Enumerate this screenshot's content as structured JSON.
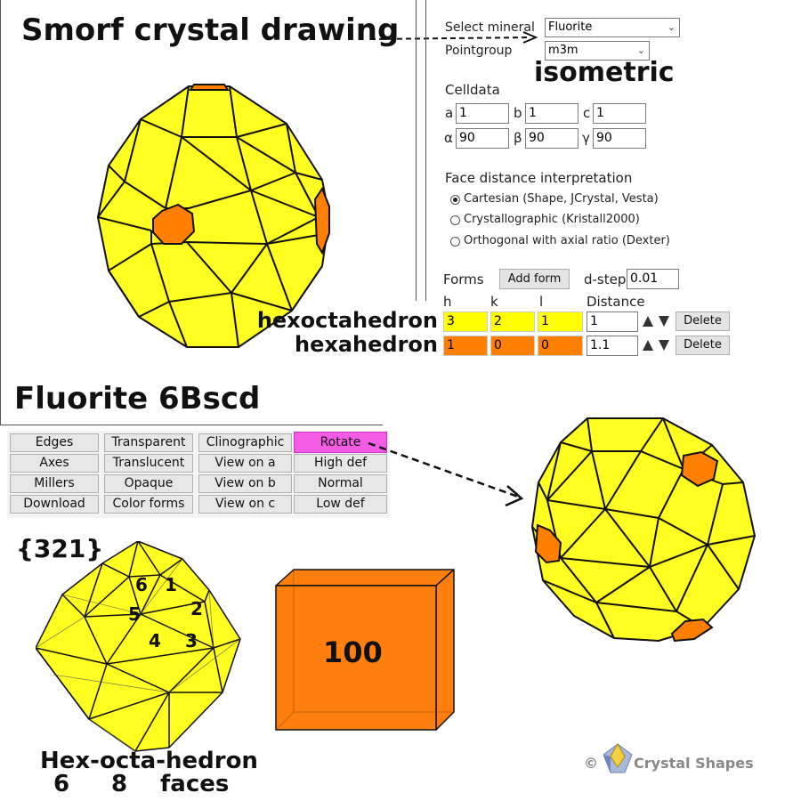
{
  "titles": {
    "main": "Smorf crystal drawing",
    "isometric": "isometric",
    "fluorite": "Fluorite 6Bscd",
    "miller_321": "{321}",
    "cube_label": "100",
    "hexocta_caption": "Hex-octa-hedron",
    "faces_counts": [
      "6",
      "8"
    ],
    "faces_word": "faces",
    "copyright": "© Crystal Shapes"
  },
  "form_annotations": [
    "hexoctahedron",
    "hexahedron"
  ],
  "panel": {
    "select_mineral_label": "Select mineral",
    "mineral_value": "Fluorite",
    "pointgroup_label": "Pointgroup",
    "pointgroup_value": "m3m",
    "celldata_label": "Celldata",
    "cell": [
      {
        "label": "a",
        "value": "1"
      },
      {
        "label": "b",
        "value": "1"
      },
      {
        "label": "c",
        "value": "1"
      },
      {
        "label": "α",
        "value": "90"
      },
      {
        "label": "β",
        "value": "90"
      },
      {
        "label": "γ",
        "value": "90"
      }
    ],
    "face_distance_label": "Face distance interpretation",
    "radio_options": [
      {
        "label": "Cartesian (Shape, JCrystal, Vesta)",
        "selected": true
      },
      {
        "label": "Crystallographic (Kristall2000)",
        "selected": false
      },
      {
        "label": "Orthogonal with axial ratio (Dexter)",
        "selected": false
      }
    ],
    "forms_label": "Forms",
    "add_form_label": "Add form",
    "dstep_label": "d-step",
    "dstep_value": "0.01",
    "columns": [
      "h",
      "k",
      "l",
      "Distance"
    ],
    "rows": [
      {
        "h": "3",
        "k": "2",
        "l": "1",
        "distance": "1",
        "delete": "Delete",
        "color": "#ffff00"
      },
      {
        "h": "1",
        "k": "0",
        "l": "0",
        "distance": "1.1",
        "delete": "Delete",
        "color": "#ff7f00"
      }
    ]
  },
  "buttons": [
    [
      "Edges",
      "Transparent",
      "Clinographic",
      "Rotate"
    ],
    [
      "Axes",
      "Translucent",
      "View on a",
      "High def"
    ],
    [
      "Millers",
      "Opaque",
      "View on b",
      "Normal"
    ],
    [
      "Download",
      "Color forms",
      "View on c",
      "Low def"
    ]
  ],
  "face_numbers": [
    "6",
    "1",
    "5",
    "2",
    "4",
    "3"
  ],
  "colors": {
    "face_yellow": "#ffff22",
    "face_orange": "#ff7f00",
    "rotate_highlight": "#f45ce6",
    "cube_orange": "#ff7f0e"
  }
}
